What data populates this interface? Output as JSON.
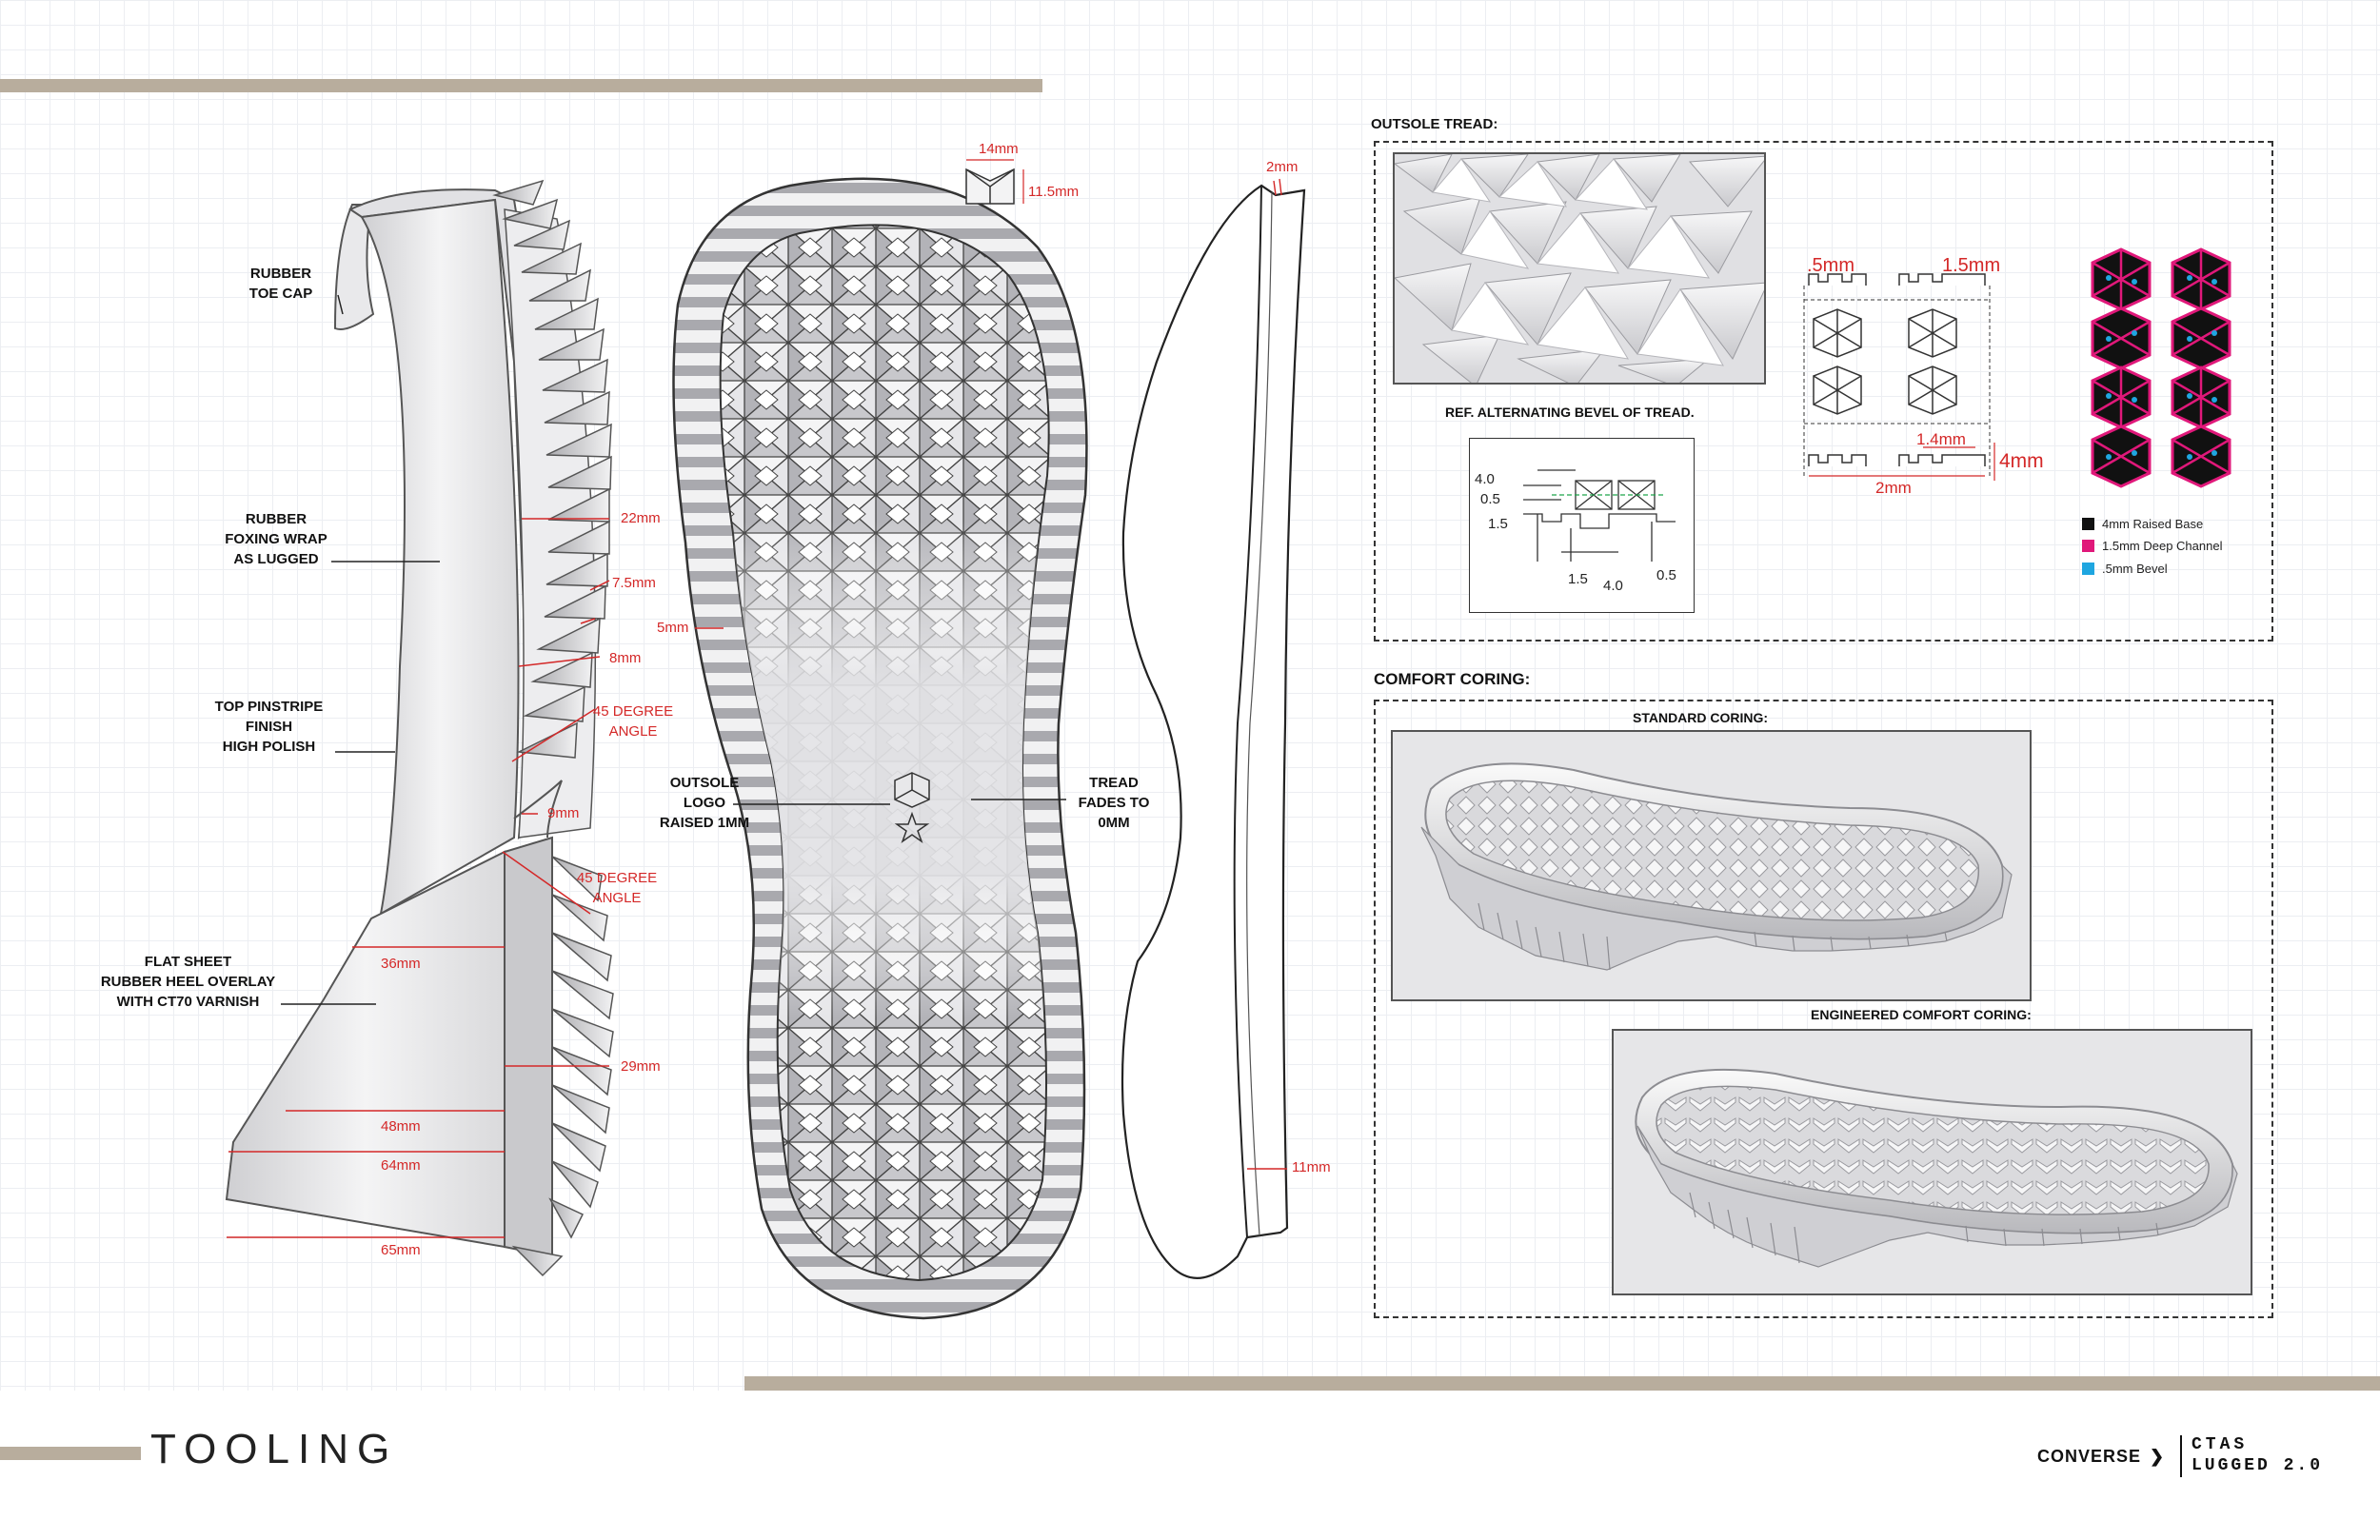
{
  "page": {
    "title": "TOOLING",
    "brand": "CONVERSE",
    "product_line1": "CTAS",
    "product_line2": "LUGGED 2.0"
  },
  "callouts": {
    "toe_cap": "RUBBER\nTOE CAP",
    "foxing": "RUBBER\nFOXING WRAP\nAS LUGGED",
    "pinstripe": "TOP PINSTRIPE\nFINISH\nHIGH POLISH",
    "heel_overlay": "FLAT SHEET\nRUBBER HEEL OVERLAY\nWITH CT70 VARNISH",
    "outsole_logo": "OUTSOLE\nLOGO\nRAISED 1mm",
    "tread_fades": "TREAD\nFADES TO\n0mm"
  },
  "dimensions": {
    "d22": "22mm",
    "d7_5": "7.5mm",
    "d5": "5mm",
    "d8": "8mm",
    "angle1": "45 DEGREE\nANGLE",
    "d9": "9mm",
    "angle2": "45 DEGREE\nANGLE",
    "d36": "36mm",
    "d29": "29mm",
    "d48": "48mm",
    "d64": "64mm",
    "d65": "65mm",
    "d14": "14mm",
    "d11_5": "11.5mm",
    "d2": "2mm",
    "d11": "11mm"
  },
  "tread": {
    "section_title": "OUTSOLE TREAD:",
    "ref_caption": "REF. ALTERNATING BEVEL OF TREAD.",
    "ref_dims": {
      "a": "4.0",
      "b": "0.5",
      "c": "1.5",
      "d": "1.5",
      "e": "4.0",
      "f": "0.5"
    },
    "spec_dims": {
      "half_mm": ".5mm",
      "one_five": "1.5mm",
      "one_four": "1.4mm",
      "two": "2mm",
      "four": "4mm"
    },
    "legend": [
      {
        "color": "#111111",
        "label": "4mm Raised Base"
      },
      {
        "color": "#e0187a",
        "label": "1.5mm Deep Channel"
      },
      {
        "color": "#1fa6e0",
        "label": ".5mm Bevel"
      }
    ]
  },
  "coring": {
    "section_title": "COMFORT CORING:",
    "standard": "STANDARD CORING:",
    "engineered": "ENGINEERED COMFORT CORING:"
  }
}
